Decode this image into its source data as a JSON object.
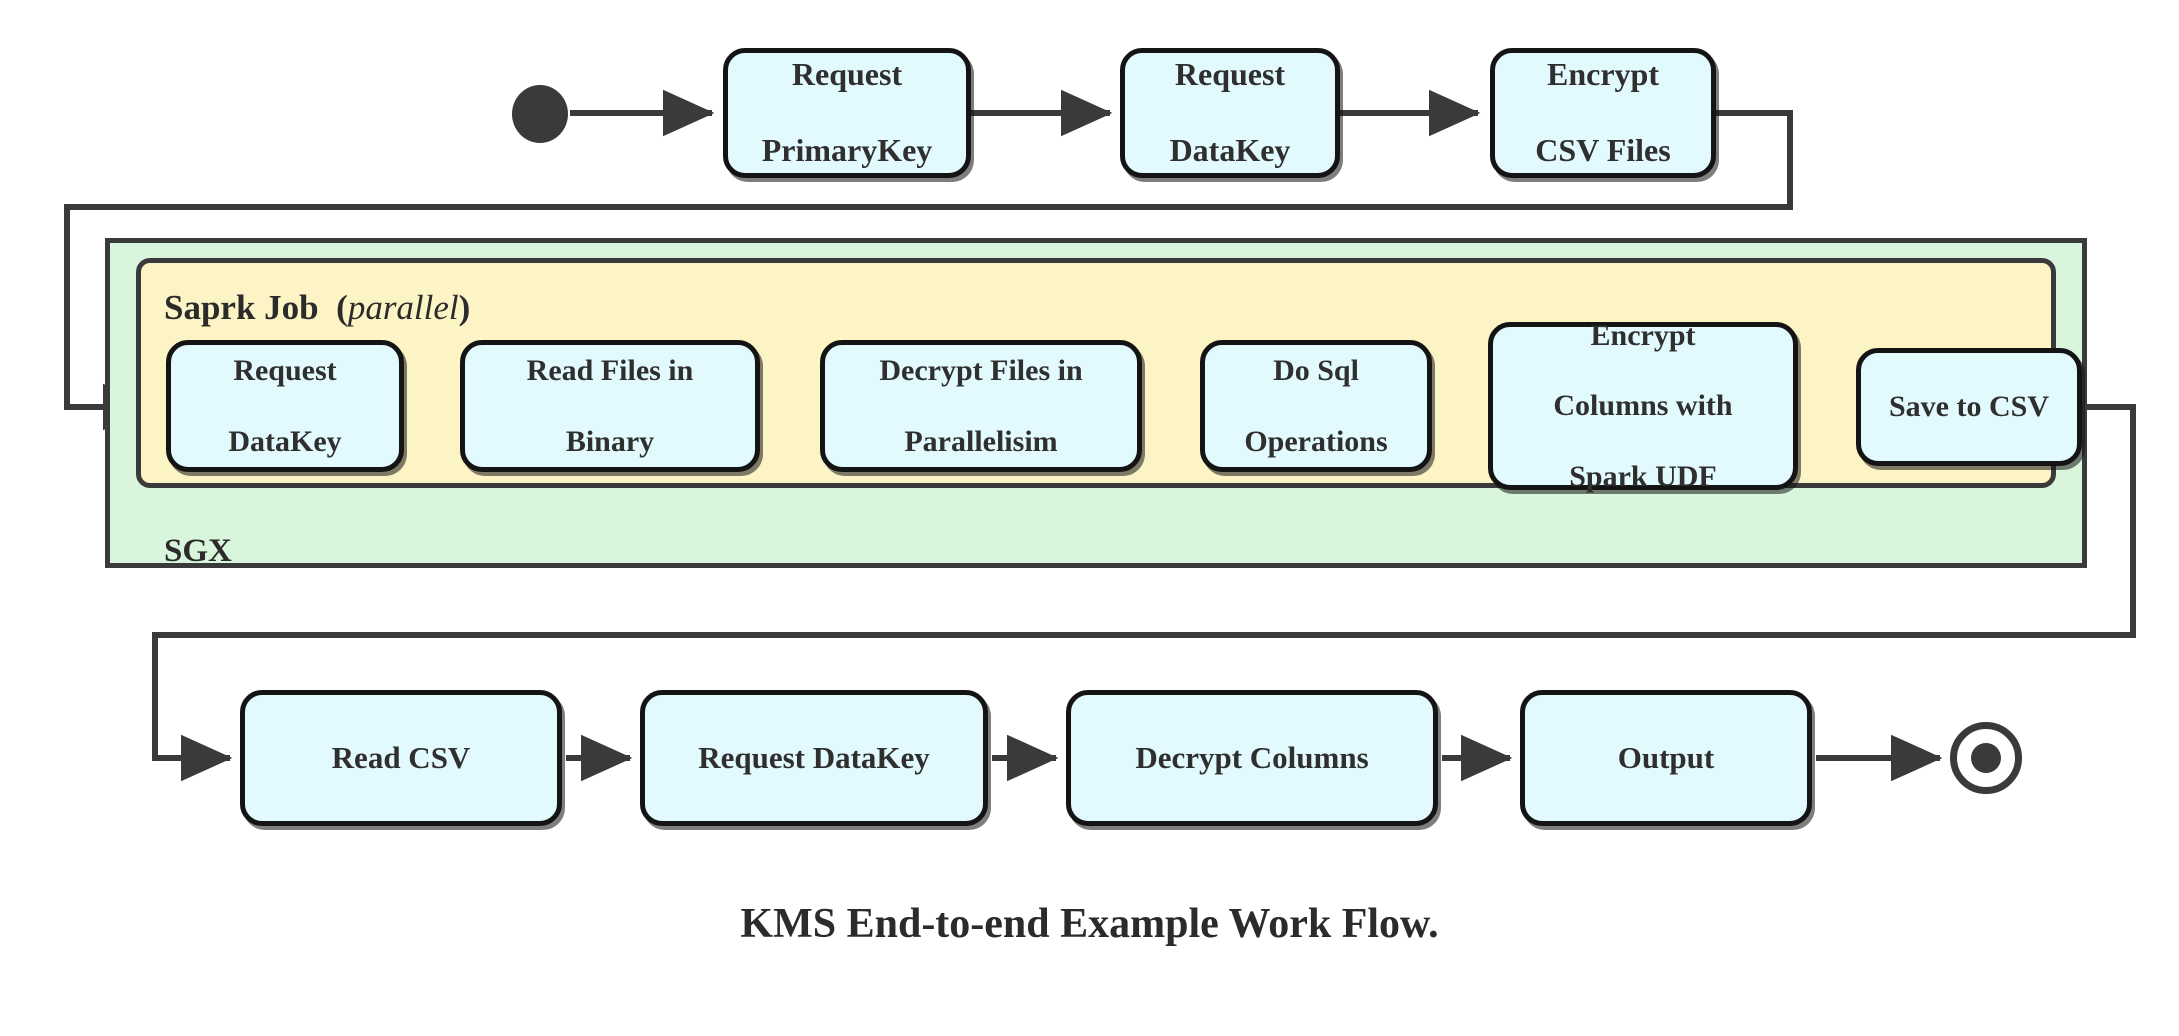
{
  "diagram": {
    "caption": "KMS End-to-end Example Work Flow.",
    "colors": {
      "node_fill": "#e2fafd",
      "node_border": "#141414",
      "sgx_fill": "#d9f6dc",
      "spark_fill": "#fcf4c5",
      "group_border": "#3a3a3a",
      "connector": "#3a3a3a",
      "text": "#2f2f2f",
      "background": "#ffffff"
    },
    "groups": {
      "sgx": {
        "label": "SGX"
      },
      "spark": {
        "label_bold": "Saprk Job",
        "label_italic": "parallel",
        "label_open": "(",
        "label_close": ")"
      }
    },
    "markers": {
      "start": "start-node",
      "end": "end-node"
    },
    "rows": {
      "top": {
        "nodes": [
          {
            "id": "request-primarykey",
            "line1": "Request",
            "line2": "PrimaryKey"
          },
          {
            "id": "request-datakey-top",
            "line1": "Request",
            "line2": "DataKey"
          },
          {
            "id": "encrypt-csv-files",
            "line1": "Encrypt",
            "line2": "CSV Files"
          }
        ]
      },
      "middle": {
        "nodes": [
          {
            "id": "request-datakey-spark",
            "line1": "Request",
            "line2": "DataKey",
            "line3": ""
          },
          {
            "id": "read-files-in-binary",
            "line1": "Read Files in",
            "line2": "Binary",
            "line3": ""
          },
          {
            "id": "decrypt-files-in-parallelisim",
            "line1": "Decrypt Files in",
            "line2": "Parallelisim",
            "line3": ""
          },
          {
            "id": "do-sql-operations",
            "line1": "Do Sql",
            "line2": "Operations",
            "line3": ""
          },
          {
            "id": "encrypt-columns-with-spark-udf",
            "line1": "Encrypt",
            "line2": "Columns with",
            "line3": "Spark UDF"
          },
          {
            "id": "save-to-csv",
            "line1": "Save to CSV",
            "line2": "",
            "line3": ""
          }
        ]
      },
      "bottom": {
        "nodes": [
          {
            "id": "read-csv",
            "line1": "Read CSV"
          },
          {
            "id": "request-datakey-out",
            "line1": "Request DataKey"
          },
          {
            "id": "decrypt-columns",
            "line1": "Decrypt Columns"
          },
          {
            "id": "output",
            "line1": "Output"
          }
        ]
      }
    },
    "flow_order": [
      "start-node",
      "request-primarykey",
      "request-datakey-top",
      "encrypt-csv-files",
      "request-datakey-spark",
      "read-files-in-binary",
      "decrypt-files-in-parallelisim",
      "do-sql-operations",
      "encrypt-columns-with-spark-udf",
      "save-to-csv",
      "read-csv",
      "request-datakey-out",
      "decrypt-columns",
      "output",
      "end-node"
    ]
  }
}
